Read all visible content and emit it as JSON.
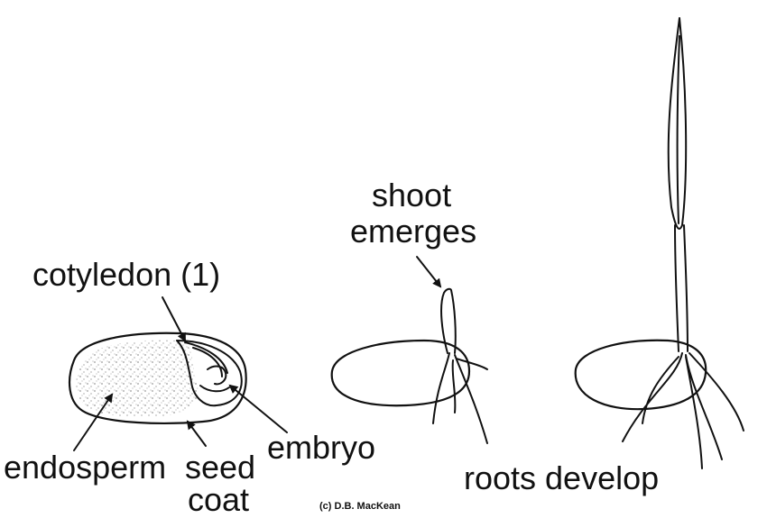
{
  "labels": {
    "cotyledon": "cotyledon (1)",
    "endosperm": "endosperm",
    "seed_coat_line1": "seed",
    "seed_coat_line2": "coat",
    "embryo": "embryo",
    "shoot_line1": "shoot",
    "shoot_line2": "emerges",
    "roots": "roots develop",
    "credit": "(c) D.B. MacKean"
  }
}
